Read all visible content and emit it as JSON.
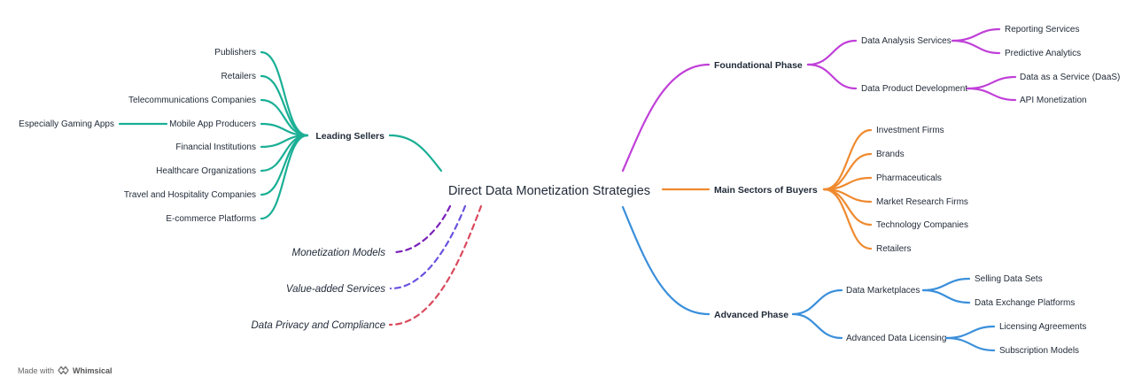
{
  "diagram": {
    "root": "Direct Data Monetization Strategies",
    "colors": {
      "teal": "#1aaf95",
      "purple": "#c03fd8",
      "orange": "#ef8a2f",
      "blue": "#3a8fdb",
      "violet": "#7a20b8",
      "indigo": "#6a52e0",
      "red": "#d94a5e"
    },
    "leading_sellers": {
      "label": "Leading Sellers",
      "items": [
        "Publishers",
        "Retailers",
        "Telecommunications Companies",
        "Mobile App Producers",
        "Financial Institutions",
        "Healthcare Organizations",
        "Travel and Hospitality Companies",
        "E-commerce Platforms"
      ],
      "mobile_sub": "Especially Gaming Apps"
    },
    "collapsed": [
      "Monetization Models",
      "Value-added Services",
      "Data Privacy and Compliance"
    ],
    "foundational": {
      "label": "Foundational Phase",
      "analysis": {
        "label": "Data Analysis Services",
        "items": [
          "Reporting Services",
          "Predictive Analytics"
        ]
      },
      "product": {
        "label": "Data Product Development",
        "items": [
          "Data as a Service (DaaS)",
          "API Monetization"
        ]
      }
    },
    "buyers": {
      "label": "Main Sectors of Buyers",
      "items": [
        "Investment Firms",
        "Brands",
        "Pharmaceuticals",
        "Market Research Firms",
        "Technology Companies",
        "Retailers"
      ]
    },
    "advanced": {
      "label": "Advanced Phase",
      "marketplaces": {
        "label": "Data Marketplaces",
        "items": [
          "Selling Data Sets",
          "Data Exchange Platforms"
        ]
      },
      "licensing": {
        "label": "Advanced Data Licensing",
        "items": [
          "Licensing Agreements",
          "Subscription Models"
        ]
      }
    }
  },
  "footer": {
    "made_with": "Made with",
    "brand": "Whimsical",
    "logo_icon": "whimsical-logo-icon"
  }
}
